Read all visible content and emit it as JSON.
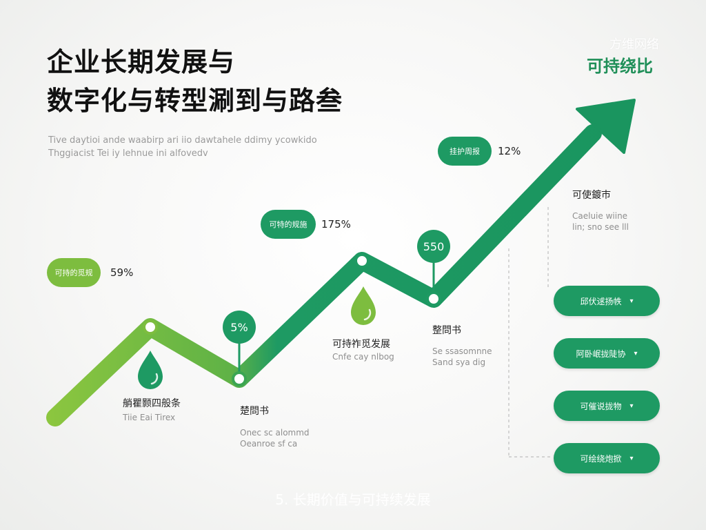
{
  "header": {
    "title_line1": "企业长期发展与",
    "title_line2": "数字化与转型涮到与路叁",
    "subtitle_line1": "Tive daytioi ande waabirp ari iio dawtahele ddimy ycowkido",
    "subtitle_line2": "Thggiacist Tei iy lehnue ini alfovedv",
    "watermark": "方维网络",
    "brand": "可持绕比"
  },
  "pills": [
    {
      "label": "可持的觅规",
      "value": "59%",
      "color": "#7dbd3f"
    },
    {
      "label": "可特的规施",
      "value": "175%",
      "color": "#1e9a63"
    },
    {
      "label": "挂护周报",
      "value": "12%",
      "color": "#1e9a63"
    }
  ],
  "bubbles": [
    "5%",
    "550"
  ],
  "nodes": [
    {
      "label": "艄瞿颢四般条",
      "desc1": "Tiie Eai Tirex",
      "desc2": ""
    },
    {
      "label": "楚問书",
      "desc1": "Onec sc alommd",
      "desc2": "Oeanroe sf ca"
    },
    {
      "label": "可持祚觅发展",
      "desc1": "Cnfe cay nlbog",
      "desc2": ""
    },
    {
      "label": "整問书",
      "desc1": "Se ssasomnne",
      "desc2": "Sand sya dig"
    },
    {
      "label": "可使鍍巿",
      "desc1": "Caeluie wiine",
      "desc2": "lin; sno see lll"
    }
  ],
  "side_buttons": [
    {
      "label": "邱伏逑扬帙",
      "chevron": "▾"
    },
    {
      "label": "阿卧岷拢陡协",
      "chevron": "▾"
    },
    {
      "label": "可催说拢物",
      "chevron": "▾"
    },
    {
      "label": "可绘绕炮掀",
      "chevron": "▾"
    }
  ],
  "caption": "5. 长期价值与可持续发展",
  "colors": {
    "green_dark": "#1e9a63",
    "green_light": "#7dbd3f",
    "brand": "#1f8f58"
  }
}
